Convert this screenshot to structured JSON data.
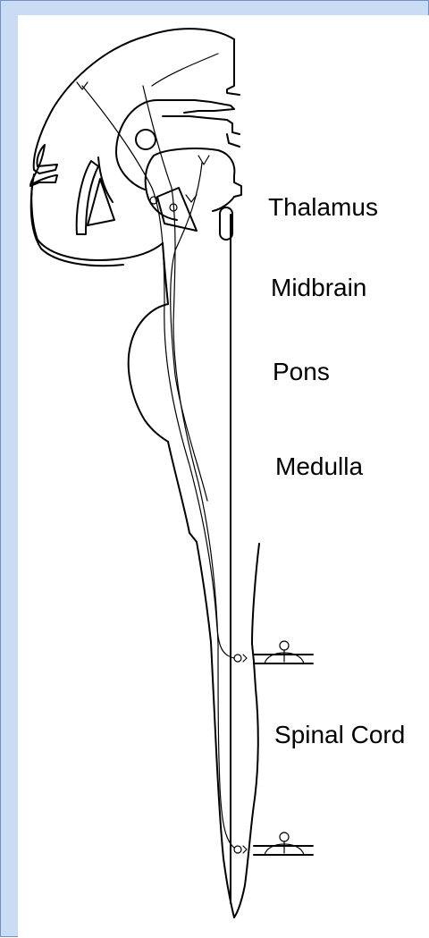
{
  "labels": {
    "thalamus": "Thalamus",
    "midbrain": "Midbrain",
    "pons": "Pons",
    "medulla": "Medulla",
    "spinal_cord": "Spinal Cord"
  },
  "colors": {
    "frame_background": "#c9dcf3",
    "frame_border": "#6f8fc8",
    "panel": "#ffffff",
    "ink": "#000000"
  }
}
